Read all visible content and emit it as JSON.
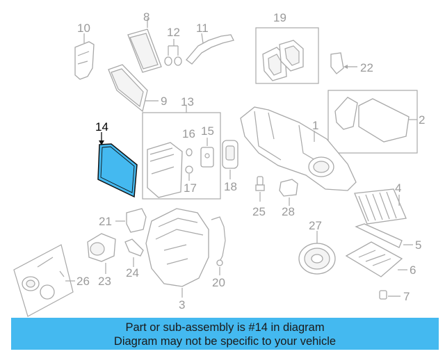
{
  "diagram": {
    "highlight_color": "#44b9f0",
    "highlighted_part": "14",
    "callouts": [
      "1",
      "2",
      "3",
      "4",
      "5",
      "6",
      "7",
      "8",
      "9",
      "10",
      "11",
      "12",
      "13",
      "14",
      "15",
      "16",
      "17",
      "18",
      "19",
      "20",
      "21",
      "22",
      "23",
      "24",
      "25",
      "26",
      "27",
      "28"
    ]
  },
  "banner": {
    "line1": "Part or sub-assembly is #14 in diagram",
    "line2": "Diagram may not be specific to your vehicle",
    "color": "#44b9f0"
  }
}
